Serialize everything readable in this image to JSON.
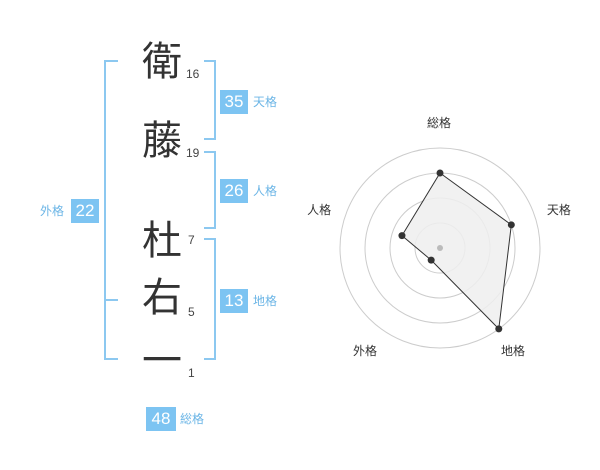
{
  "name": {
    "chars": [
      {
        "char": "衛",
        "strokes": "16"
      },
      {
        "char": "藤",
        "strokes": "19"
      },
      {
        "char": "杜",
        "strokes": "7"
      },
      {
        "char": "右",
        "strokes": "5"
      },
      {
        "char": "一",
        "strokes": "1"
      }
    ]
  },
  "scores": {
    "tenkaku": {
      "value": "35",
      "label": "天格"
    },
    "jinkaku": {
      "value": "26",
      "label": "人格"
    },
    "chikaku": {
      "value": "13",
      "label": "地格"
    },
    "gaikaku": {
      "value": "22",
      "label": "外格"
    },
    "soukaku": {
      "value": "48",
      "label": "総格"
    }
  },
  "chart_data": {
    "type": "radar",
    "axes": [
      "総格",
      "天格",
      "地格",
      "外格",
      "人格"
    ],
    "max": 4,
    "rings": 4,
    "values": [
      3.0,
      3.0,
      4.0,
      0.6,
      1.6
    ],
    "colors": {
      "fill": "#eeeeee",
      "line": "#333333",
      "grid": "#cccccc",
      "point": "#333333",
      "center": "#bbbbbb"
    }
  }
}
